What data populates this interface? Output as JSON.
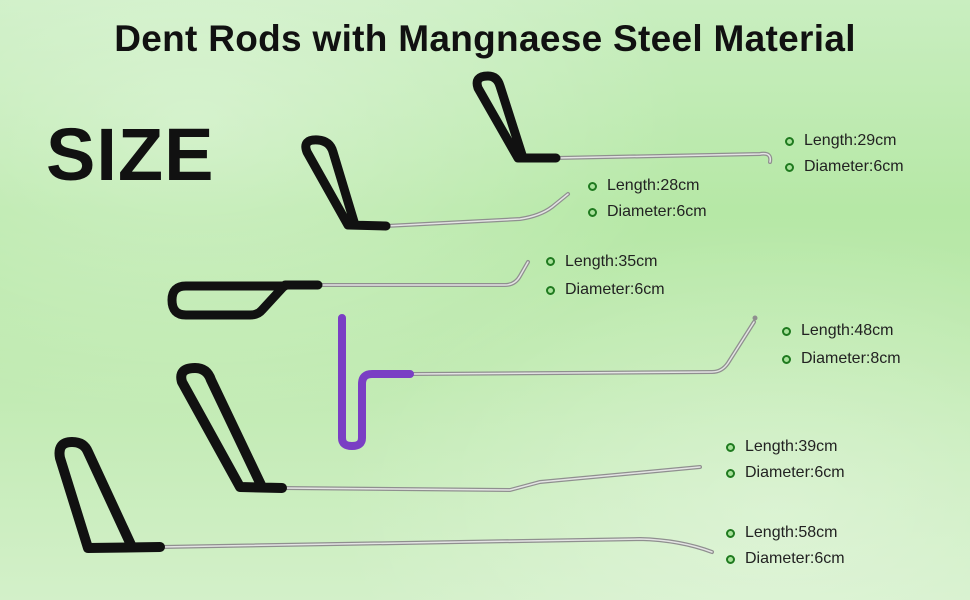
{
  "title": "Dent Rods with Mangnaese Steel Material",
  "size_label": "SIZE",
  "colors": {
    "handle_black": "#111111",
    "handle_purple": "#7a3fc4",
    "rod_steel": "#b9b9b9",
    "bullet_green": "#1f7a1f"
  },
  "rods": [
    {
      "length": "Length:29cm",
      "diameter": "Diameter:6cm",
      "handle_color": "black"
    },
    {
      "length": "Length:28cm",
      "diameter": "Diameter:6cm",
      "handle_color": "black"
    },
    {
      "length": "Length:35cm",
      "diameter": "Diameter:6cm",
      "handle_color": "black"
    },
    {
      "length": "Length:48cm",
      "diameter": "Diameter:8cm",
      "handle_color": "purple"
    },
    {
      "length": "Length:39cm",
      "diameter": "Diameter:6cm",
      "handle_color": "black"
    },
    {
      "length": "Length:58cm",
      "diameter": "Diameter:6cm",
      "handle_color": "black"
    }
  ]
}
